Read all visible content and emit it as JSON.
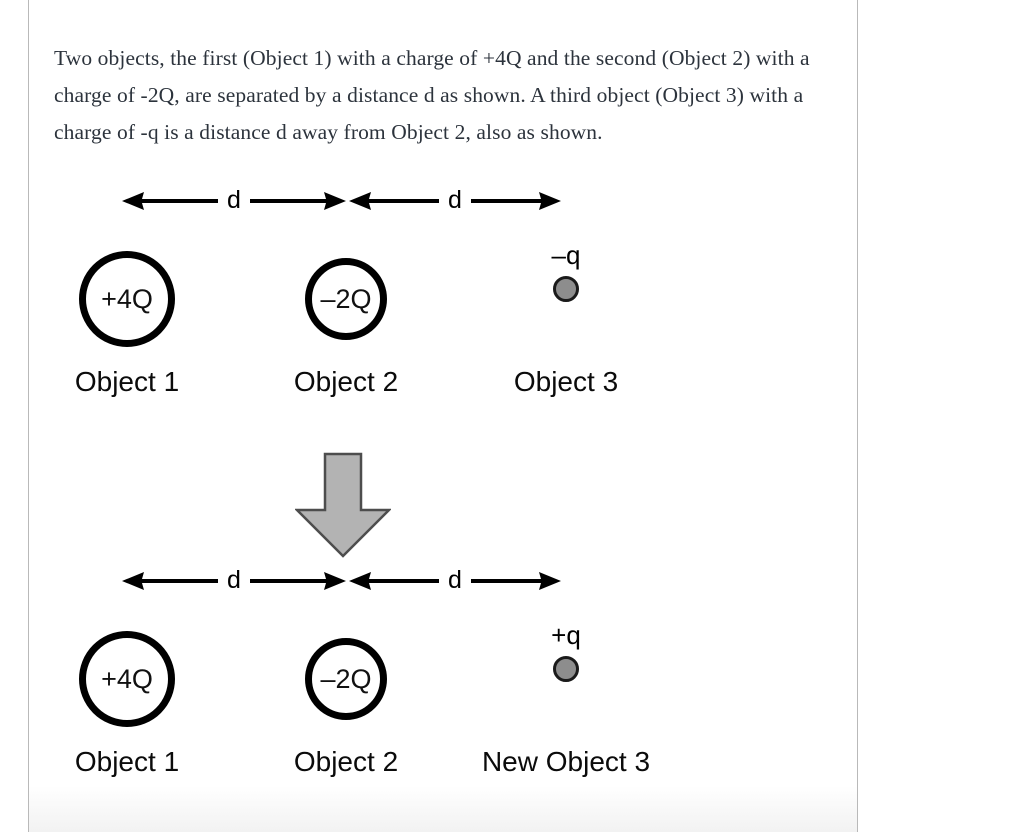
{
  "question": {
    "text": "Two objects, the first (Object 1) with a charge of +4Q and the second (Object 2) with a charge of -2Q, are separated by a distance d as shown. A third object (Object 3) with a charge of -q is a distance d away from Object 2, also as shown."
  },
  "colors": {
    "text": "#2c333c",
    "diagram_stroke": "#000000",
    "point_charge_fill": "#8d8d8d",
    "transition_arrow_fill": "#b3b3b3",
    "transition_arrow_stroke": "#4d4d4d",
    "page_rule": "#b9b9b9"
  },
  "diagrams": [
    {
      "id": "before",
      "distances": [
        {
          "label": "d",
          "name": "distance-d-object1-object2"
        },
        {
          "label": "d",
          "name": "distance-d-object2-object3"
        }
      ],
      "objects": [
        {
          "charge": "+4Q",
          "name": "Object 1",
          "shape": "circle-large"
        },
        {
          "charge": "–2Q",
          "name": "Object 2",
          "shape": "circle-medium"
        },
        {
          "charge": "–q",
          "name": "Object 3",
          "shape": "point-gray"
        }
      ]
    },
    {
      "id": "after",
      "distances": [
        {
          "label": "d",
          "name": "distance-d-object1-object2"
        },
        {
          "label": "d",
          "name": "distance-d-object2-object3"
        }
      ],
      "objects": [
        {
          "charge": "+4Q",
          "name": "Object 1",
          "shape": "circle-large"
        },
        {
          "charge": "–2Q",
          "name": "Object 2",
          "shape": "circle-medium"
        },
        {
          "charge": "+q",
          "name": "New Object 3",
          "shape": "point-gray"
        }
      ]
    }
  ],
  "transition": {
    "icon": "down-arrow-icon"
  }
}
